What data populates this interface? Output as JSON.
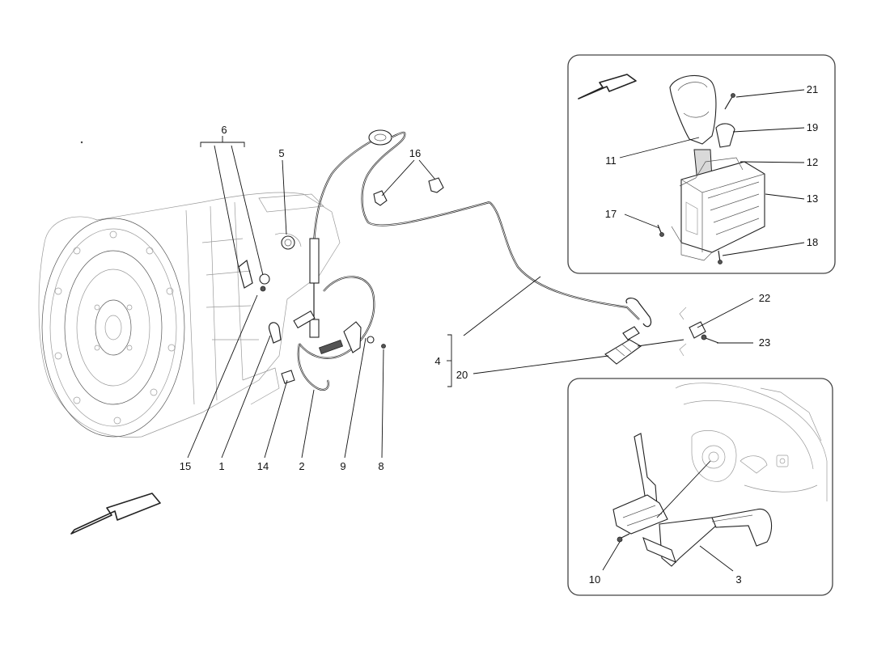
{
  "callouts": {
    "c1": "1",
    "c2": "2",
    "c3": "3",
    "c4": "4",
    "c5": "5",
    "c6": "6",
    "c8": "8",
    "c9": "9",
    "c10": "10",
    "c11": "11",
    "c12": "12",
    "c13": "13",
    "c14": "14",
    "c15": "15",
    "c16": "16",
    "c17": "17",
    "c18": "18",
    "c19": "19",
    "c20": "20",
    "c21": "21",
    "c22": "22",
    "c23": "23"
  },
  "icons": {
    "direction_arrow_main": "direction-arrow-icon",
    "direction_arrow_inset": "direction-arrow-icon"
  }
}
